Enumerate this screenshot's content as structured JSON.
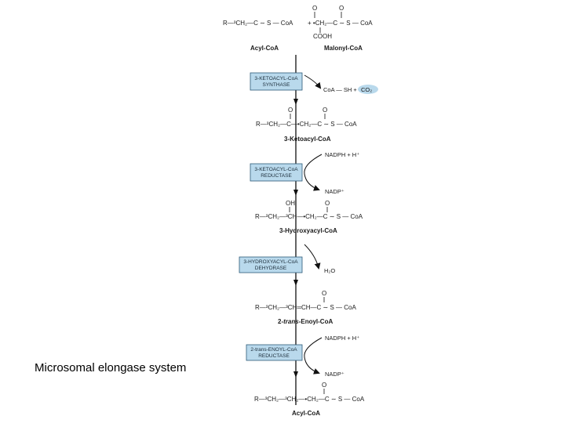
{
  "caption": "Microsomal elongase system",
  "steps": {
    "s1": {
      "acyl": "R—³CH₂—C ∼ S — CoA",
      "malonyl": "+ •CH₂—C ∼ S — CoA",
      "carbonyl": "O",
      "cooh": "COOH",
      "acyl_name": "Acyl-CoA",
      "malonyl_name": "Malonyl-CoA"
    },
    "e1": {
      "enzyme": [
        "3-KETOACYL-CoA",
        "SYNTHASE"
      ],
      "product": "CoA — SH +",
      "co2": "CO₂"
    },
    "s2": {
      "structure": "R—³CH₂—C—•CH₂—C ∼ S — CoA",
      "oxygens": "O",
      "name": "3-Ketoacyl-CoA"
    },
    "e2": {
      "enzyme": [
        "3-KETOACYL-CoA",
        "REDUCTASE"
      ],
      "in": "NADPH + H⁺",
      "out": "NADP⁺"
    },
    "s3": {
      "structure": "R—³CH₂—³CH—•CH₂—C ∼ S — CoA",
      "oh": "OH",
      "o": "O",
      "name": "3-Hydroxyacyl-CoA"
    },
    "e3": {
      "enzyme": [
        "3-HYDROXYACYL-CoA",
        "DEHYDRASE"
      ],
      "out": "H₂O"
    },
    "s4": {
      "structure": "R—³CH₂—³CH═CH—C ∼ S — CoA",
      "o": "O",
      "name_prefix": "2-",
      "name_italic": "trans",
      "name_suffix": "-Enoyl-CoA"
    },
    "e4": {
      "enzyme": [
        "2-trans-ENOYL-CoA",
        "REDUCTASE"
      ],
      "in": "NADPH + H⁺",
      "out": "NADP⁺"
    },
    "s5": {
      "structure": "R—³CH₂—³CH₂—•CH₂—C ∼ S — CoA",
      "o": "O",
      "name": "Acyl-CoA"
    }
  }
}
